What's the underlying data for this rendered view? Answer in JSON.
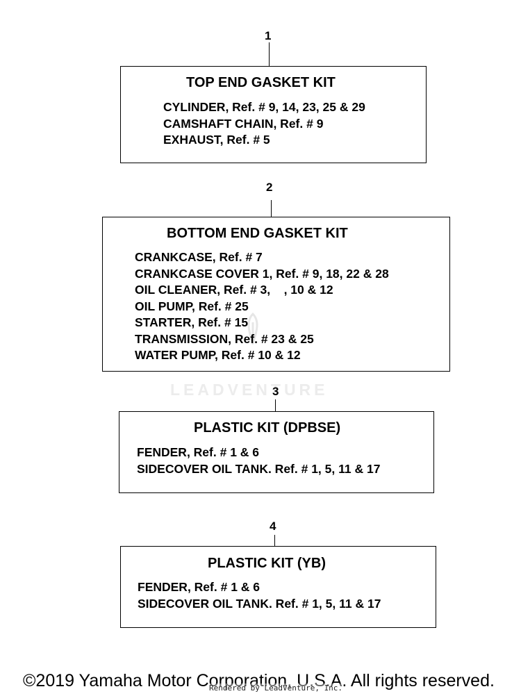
{
  "kits": [
    {
      "number": "1",
      "title": "TOP END GASKET KIT",
      "lines": [
        "CYLINDER, Ref. # 9, 14, 23, 25 & 29",
        "CAMSHAFT CHAIN, Ref. # 9",
        "EXHAUST, Ref. # 5"
      ]
    },
    {
      "number": "2",
      "title": "BOTTOM END GASKET KIT",
      "lines": [
        "CRANKCASE, Ref. # 7",
        "CRANKCASE COVER 1, Ref. # 9, 18, 22 & 28",
        "OIL CLEANER, Ref. # 3,    , 10 & 12",
        "OIL PUMP, Ref. # 25",
        "STARTER, Ref. # 15",
        "TRANSMISSION, Ref. # 23 & 25",
        "WATER PUMP, Ref. # 10 & 12"
      ]
    },
    {
      "number": "3",
      "title": "PLASTIC KIT (DPBSE)",
      "lines": [
        "FENDER, Ref. # 1 & 6",
        "SIDECOVER OIL TANK. Ref. # 1, 5, 11 & 17"
      ]
    },
    {
      "number": "4",
      "title": "PLASTIC KIT (YB)",
      "lines": [
        "FENDER, Ref. # 1 & 6",
        "SIDECOVER OIL TANK. Ref. # 1, 5, 11 & 17"
      ]
    }
  ],
  "watermark": "LEADVENTURE",
  "footer": "©2019 Yamaha Motor Corporation, U.S.A. All rights reserved.",
  "rendered_by": "Rendered by LeadVenture, Inc."
}
